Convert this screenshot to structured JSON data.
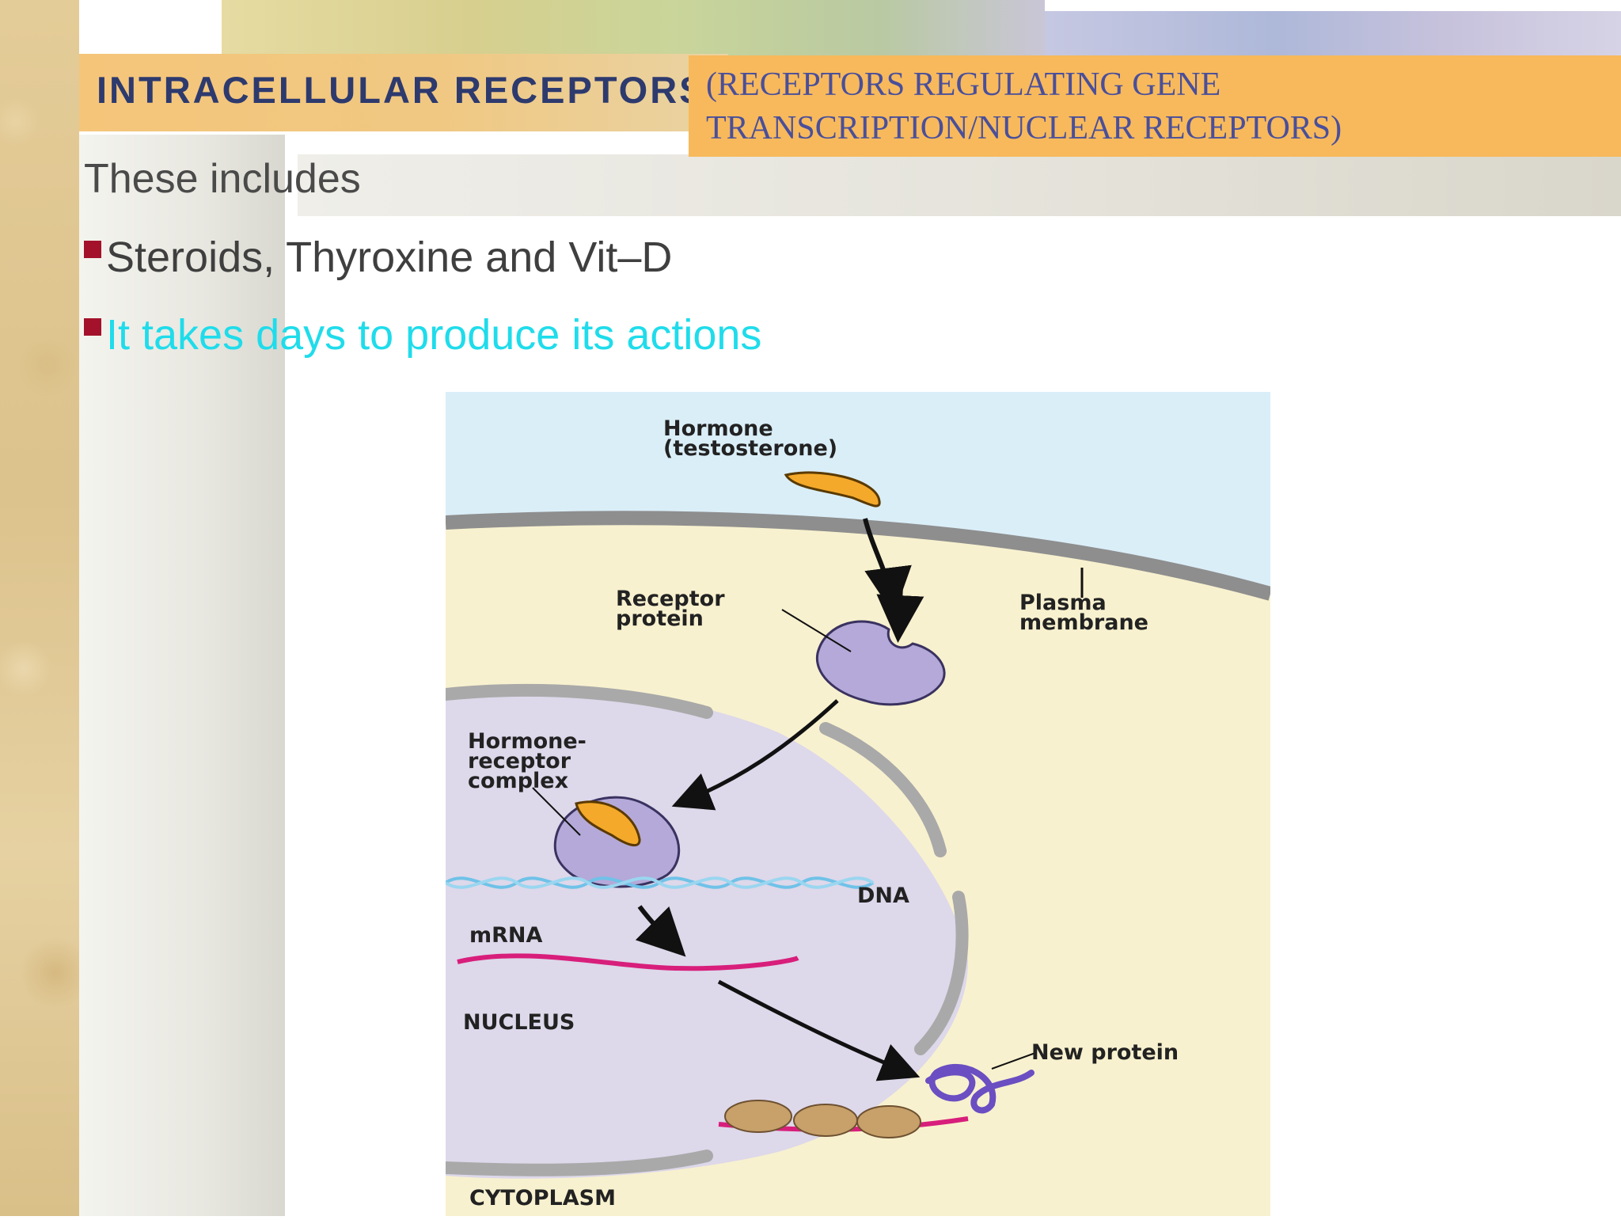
{
  "slide": {
    "title": "INTRACELLULAR RECEPTORS",
    "subtitle_line1": "(RECEPTORS REGULATING GENE",
    "subtitle_line2": "TRANSCRIPTION/NUCLEAR RECEPTORS)",
    "intro": "These includes",
    "bullets": [
      {
        "text": "Steroids, Thyroxine and Vit–D"
      },
      {
        "text": "It takes days to produce its actions"
      }
    ]
  },
  "figure": {
    "hormone_label_1": "Hormone",
    "hormone_label_2": "(testosterone)",
    "receptor_label_1": "Receptor",
    "receptor_label_2": "protein",
    "membrane_label_1": "Plasma",
    "membrane_label_2": "membrane",
    "complex_label_1": "Hormone-",
    "complex_label_2": "receptor",
    "complex_label_3": "complex",
    "dna_label": "DNA",
    "mrna_label": "mRNA",
    "nucleus_label": "NUCLEUS",
    "new_protein_label": "New protein",
    "cytoplasm_label": "CYTOPLASM"
  },
  "colors": {
    "title_bar": "#f5c57a",
    "subtitle_box": "#f7b95c",
    "title_text": "#2d3a6e",
    "subtitle_text": "#4a4f9a",
    "bullet_mark": "#a3122a",
    "highlight_text": "#1fdceb",
    "extracellular": "#daeef8",
    "cytoplasm": "#f8f1cf",
    "nucleus": "#ddd8ea",
    "hormone": "#f4a92a",
    "receptor": "#b4a9d8",
    "mrna": "#d81e7b"
  }
}
